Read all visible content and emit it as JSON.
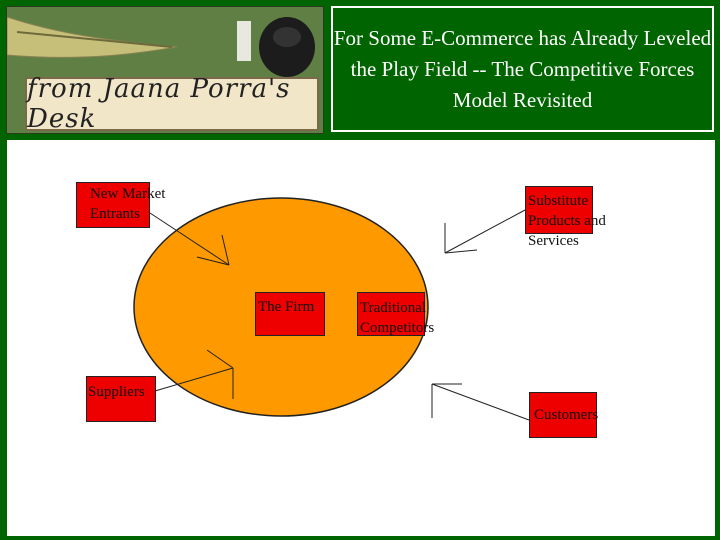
{
  "header": {
    "logo_text": "from Jaana Porra's Desk",
    "title": "For Some E-Commerce has Already Leveled the Play Field -- The Competitive Forces Model Revisited"
  },
  "diagram": {
    "center": "The Firm",
    "nodes": {
      "new_entrants": "New Market\nEntrants",
      "substitutes": "Substitute\nProducts and\nServices",
      "competitors": "Traditional\nCompetitors",
      "suppliers": "Suppliers",
      "customers": "Customers"
    }
  },
  "colors": {
    "background": "#006400",
    "firm_fill": "#ff9900",
    "box_fill": "#ee0000"
  }
}
